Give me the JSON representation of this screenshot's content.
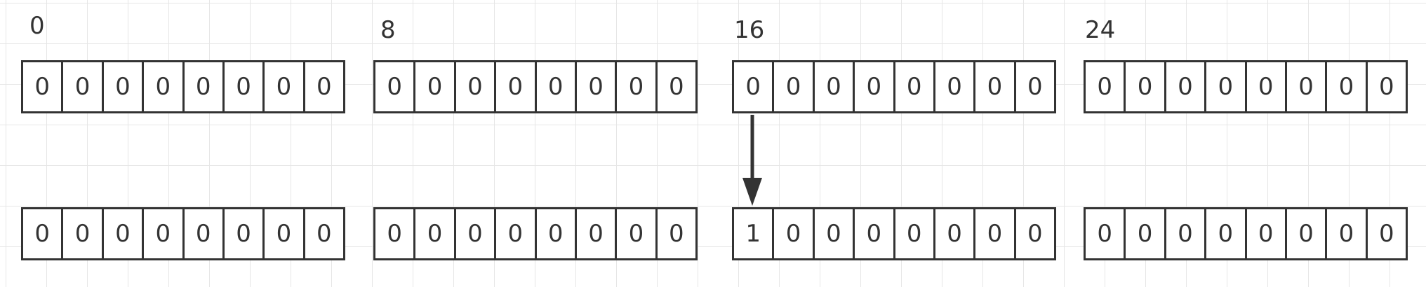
{
  "offset_labels": [
    "0",
    "8",
    "16",
    "24"
  ],
  "top_row": [
    [
      "0",
      "0",
      "0",
      "0",
      "0",
      "0",
      "0",
      "0"
    ],
    [
      "0",
      "0",
      "0",
      "0",
      "0",
      "0",
      "0",
      "0"
    ],
    [
      "0",
      "0",
      "0",
      "0",
      "0",
      "0",
      "0",
      "0"
    ],
    [
      "0",
      "0",
      "0",
      "0",
      "0",
      "0",
      "0",
      "0"
    ]
  ],
  "bottom_row": [
    [
      "0",
      "0",
      "0",
      "0",
      "0",
      "0",
      "0",
      "0"
    ],
    [
      "0",
      "0",
      "0",
      "0",
      "0",
      "0",
      "0",
      "0"
    ],
    [
      "1",
      "0",
      "0",
      "0",
      "0",
      "0",
      "0",
      "0"
    ],
    [
      "0",
      "0",
      "0",
      "0",
      "0",
      "0",
      "0",
      "0"
    ]
  ],
  "colors": {
    "stroke": "#333333",
    "grid": "#e6e6e6",
    "background": "#ffffff"
  }
}
